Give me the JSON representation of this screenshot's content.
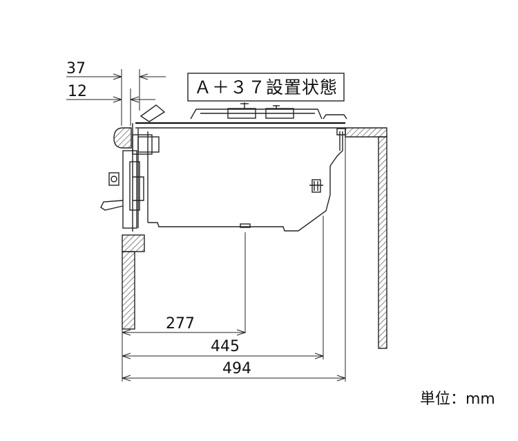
{
  "title": "Ａ＋３７設置状態",
  "unit_label": "単位：mm",
  "dimensions": {
    "d37": "37",
    "d12": "12",
    "d277": "277",
    "d445": "445",
    "d494": "494"
  }
}
